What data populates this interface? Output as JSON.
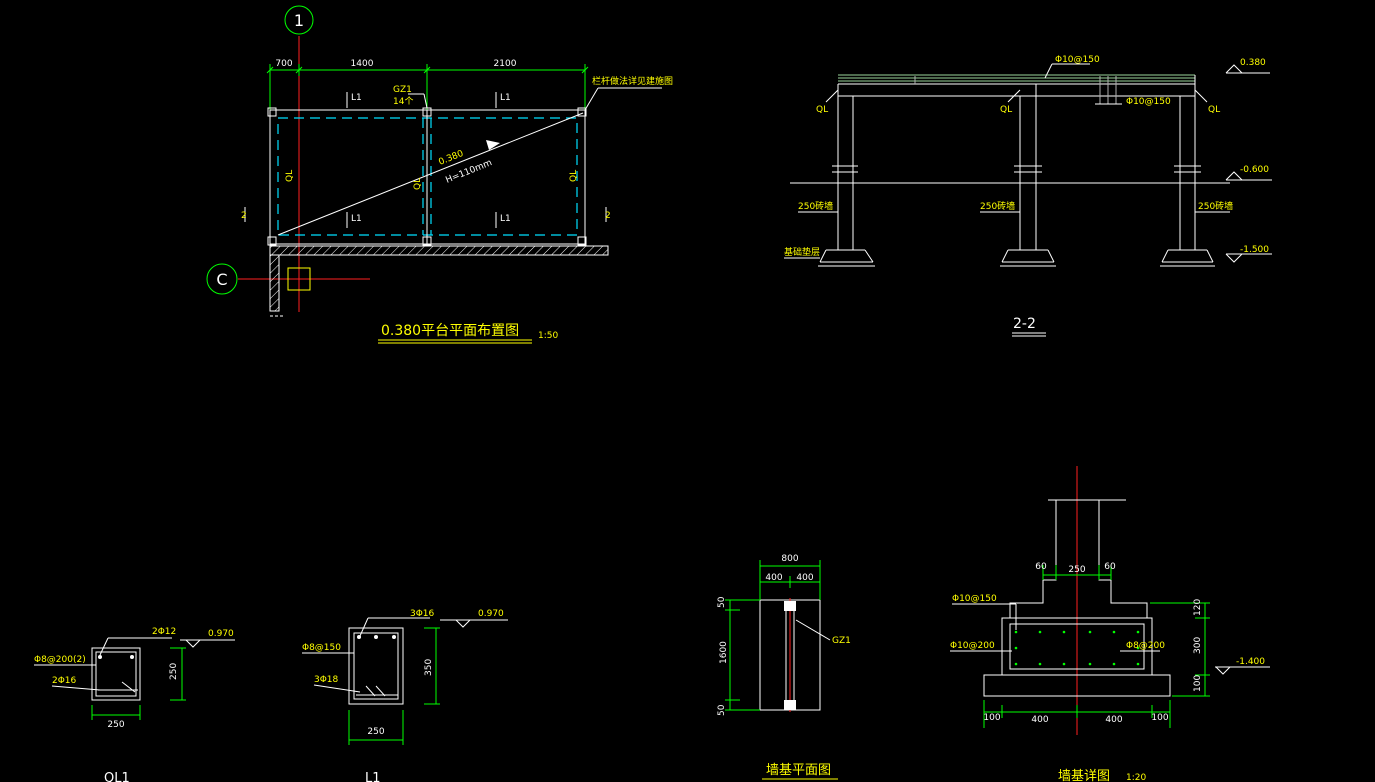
{
  "colors": {
    "background": "#000000",
    "outline": "#ffffff",
    "dimension": "#00ff00",
    "annotation": "#ffff00",
    "axis": "#ff2020",
    "beam_dashed": "#00e0ff"
  },
  "plan": {
    "axis_1": "1",
    "axis_c": "C",
    "dims_top": [
      "700",
      "1400",
      "2100"
    ],
    "gz1": "GZ1",
    "gz1_sub": "14个",
    "l1": "L1",
    "ql": "QL",
    "slope_elev": "0.380",
    "slope_h": "H=110mm",
    "section_mark": "2",
    "railing_note": "栏杆做法详见建施图",
    "title": "0.380平台平面布置图",
    "scale": "1:50"
  },
  "section": {
    "rebar_top": "Φ10@150",
    "rebar_mid": "Φ10@150",
    "ql": "QL",
    "elev_top": "0.380",
    "elev_mid": "-0.600",
    "elev_bot": "-1.500",
    "wall": "250砖墙",
    "foundation": "基础垫层",
    "title": "2-2"
  },
  "ql1": {
    "top_bar": "2Φ12",
    "stirrup": "Φ8@200(2)",
    "bottom_bar": "2Φ16",
    "elev": "0.970",
    "height": "250",
    "width": "250",
    "title": "QL1"
  },
  "l1": {
    "top_bar": "3Φ16",
    "stirrup": "Φ8@150",
    "bottom_bar": "3Φ18",
    "elev": "0.970",
    "height": "350",
    "width": "250",
    "title": "L1"
  },
  "footing_plan": {
    "dim_total": "800",
    "dim_left": "400",
    "dim_right": "400",
    "dim_top": "50",
    "dim_mid": "1600",
    "dim_bot": "50",
    "gz1": "GZ1",
    "title": "墙基平面图"
  },
  "footing_detail": {
    "dim_60_left": "60",
    "dim_250": "250",
    "dim_60_right": "60",
    "rebar_top": "Φ10@150",
    "rebar_side": "Φ10@200",
    "rebar_dist": "Φ8@200",
    "dim_120": "120",
    "dim_300": "300",
    "dim_100_h": "100",
    "elev": "-1.400",
    "dim_100_left": "100",
    "dim_400_left": "400",
    "dim_400_right": "400",
    "dim_100_right": "100",
    "title": "墙基详图",
    "scale": "1:20"
  }
}
